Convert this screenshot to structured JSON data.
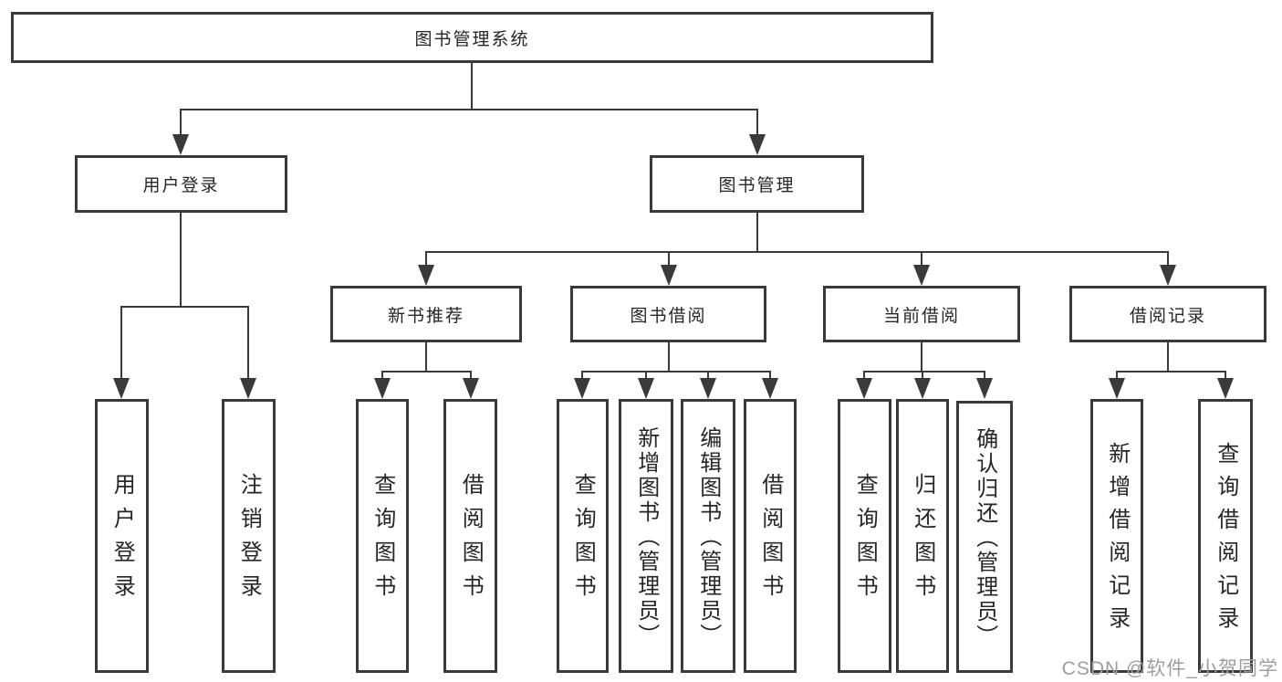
{
  "root": {
    "label": "图书管理系统"
  },
  "level2": {
    "user_login": {
      "label": "用户登录"
    },
    "book_mgmt": {
      "label": "图书管理"
    }
  },
  "level3": {
    "new_books": {
      "label": "新书推荐"
    },
    "borrowing": {
      "label": "图书借阅"
    },
    "current": {
      "label": "当前借阅"
    },
    "records": {
      "label": "借阅记录"
    }
  },
  "leaves": {
    "user_login": [
      "用户登录",
      "注销登录"
    ],
    "new_books": [
      "查询图书",
      "借阅图书"
    ],
    "borrowing": [
      "查询图书",
      "新增图书（管理员）",
      "编辑图书（管理员）",
      "借阅图书"
    ],
    "current": [
      "查询图书",
      "归还图书",
      "确认归还（管理员）"
    ],
    "records": [
      "新增借阅记录",
      "查询借阅记录"
    ]
  },
  "watermark": "CSDN @软件_小贺同学",
  "colors": {
    "line": "#3a3a3a",
    "text": "#262626",
    "watermark": "#9e9e9e",
    "background": "#ffffff"
  }
}
